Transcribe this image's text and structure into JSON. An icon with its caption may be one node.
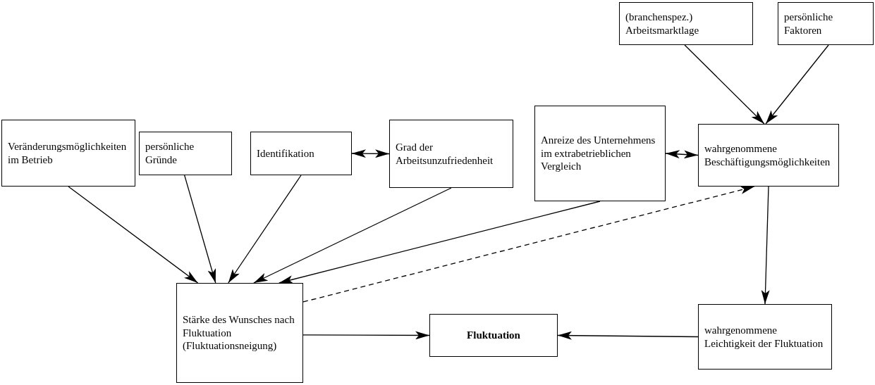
{
  "diagram": {
    "nodes": [
      {
        "text": [
          "(branchenspez.) Arbeitsmarktlage"
        ]
      },
      {
        "text": [
          "persönliche Faktoren"
        ]
      },
      {
        "text": [
          "Veränderungsmöglichkeiten im Betrieb"
        ]
      },
      {
        "text": [
          "persönliche Gründe"
        ]
      },
      {
        "text": [
          "Identifikation"
        ]
      },
      {
        "text": [
          "Grad der Arbeitsunzufriedenheit"
        ]
      },
      {
        "text": [
          "Anreize des Unternehmens im extrabetrieblichen Vergleich"
        ]
      },
      {
        "text": [
          "wahrgenommene Beschäftigungsmöglichkeiten"
        ]
      },
      {
        "text": [
          "Stärke des Wunsches nach Fluktuation (Fluktuationsneigung)"
        ]
      },
      {
        "text": [
          "Fluktuation"
        ]
      },
      {
        "text": [
          "wahrgenommene Leichtigkeit der Fluktuation"
        ]
      }
    ],
    "edges": [
      {
        "from": 0,
        "to": 7,
        "arrow": "to"
      },
      {
        "from": 1,
        "to": 7,
        "arrow": "to"
      },
      {
        "from": 2,
        "to": 8,
        "arrow": "to"
      },
      {
        "from": 3,
        "to": 8,
        "arrow": "to"
      },
      {
        "from": 4,
        "to": 8,
        "arrow": "to"
      },
      {
        "from": 5,
        "to": 8,
        "arrow": "to"
      },
      {
        "from": 6,
        "to": 8,
        "arrow": "to"
      },
      {
        "from": 8,
        "to": 7,
        "arrow": "to",
        "style": "dashed"
      },
      {
        "from": 4,
        "to": 5,
        "arrow": "both"
      },
      {
        "from": 6,
        "to": 7,
        "arrow": "both"
      },
      {
        "from": 7,
        "to": 10,
        "arrow": "to"
      },
      {
        "from": 8,
        "to": 9,
        "arrow": "to"
      },
      {
        "from": 10,
        "to": 9,
        "arrow": "to"
      }
    ]
  }
}
